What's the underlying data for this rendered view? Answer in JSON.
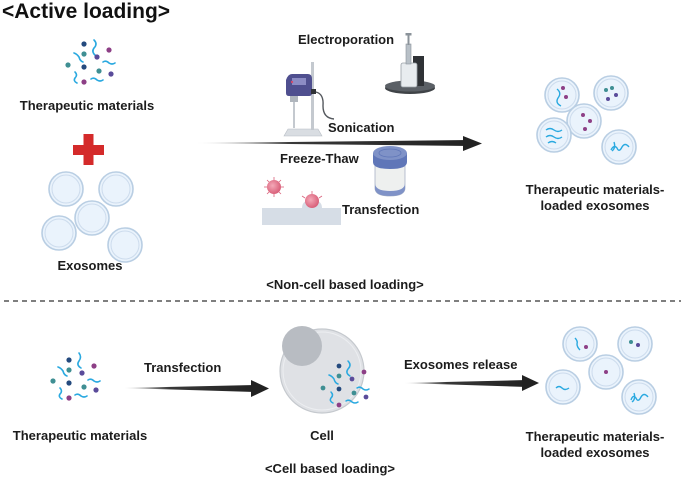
{
  "title": "<Active loading>",
  "colors": {
    "arrow": "#222222",
    "cross": "#d42a2a",
    "exosome_fill": "#eaf3fc",
    "exosome_stroke": "#b9cee3",
    "strand": "#2aa9e0",
    "dot_navy": "#244a7e",
    "dot_teal": "#3f8f93",
    "dot_purple": "#5a4b9a",
    "dot_magenta": "#8d3f86",
    "cell_fill": "#dfe1e5",
    "nucleus_fill": "#b8bcc2",
    "divider": "#333333"
  },
  "non_cell": {
    "inputs": {
      "materials_label": "Therapeutic materials",
      "plus_icon": "red-plus",
      "exosomes_label": "Exosomes"
    },
    "methods": [
      {
        "label": "Electroporation",
        "icon": "electroporator"
      },
      {
        "label": "Sonication",
        "icon": "sonicator"
      },
      {
        "label": "Freeze-Thaw",
        "icon": "freeze-jar"
      },
      {
        "label": "Transfection",
        "icon": "virus-membrane"
      }
    ],
    "output_label_line1": "Therapeutic materials-",
    "output_label_line2": "loaded exosomes",
    "section_label": "<Non-cell based loading>"
  },
  "cell_based": {
    "materials_label": "Therapeutic materials",
    "step1_label": "Transfection",
    "cell_label": "Cell",
    "step2_label": "Exosomes release",
    "output_label_line1": "Therapeutic materials-",
    "output_label_line2": "loaded exosomes",
    "section_label": "<Cell based loading>"
  }
}
